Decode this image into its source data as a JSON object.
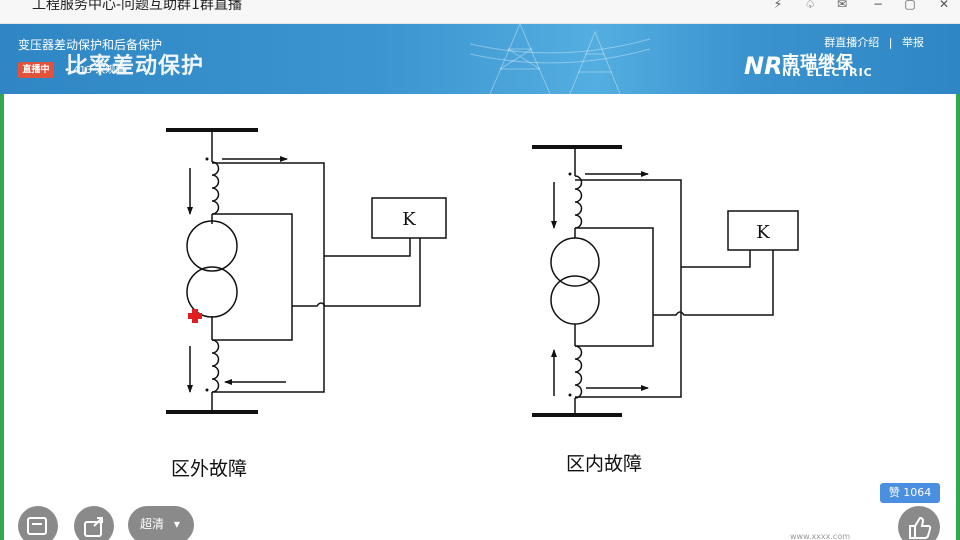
{
  "window": {
    "title": "工程服务中心-问题互助群1群直播",
    "controls": [
      "⚡",
      "♤",
      "✉",
      "−",
      "▢",
      "✕"
    ]
  },
  "live": {
    "title": "变压器差动保护和后备保护",
    "badge": "直播中",
    "watchers": "• 413 人观看"
  },
  "slide": {
    "heading": "比率差动保护",
    "logo_cn": "南瑞继保",
    "logo_en": "NR ELECTRIC",
    "logo_mark": "NR",
    "left_caption": "区外故障",
    "right_caption": "区内故障",
    "relay_label": "K"
  },
  "links": {
    "intro": "群直播介绍",
    "separator": "|",
    "report": "举报"
  },
  "controls": {
    "quality": "超清",
    "quality_caret": "▾",
    "likes": "赞 1064",
    "footer": "www.xxxx.com"
  },
  "colors": {
    "banner": "#3b95d0",
    "live_badge": "#e0533c",
    "likes_badge": "#4a8fe0",
    "side_bar": "#2fa84f",
    "fault_marker": "#e02020"
  }
}
